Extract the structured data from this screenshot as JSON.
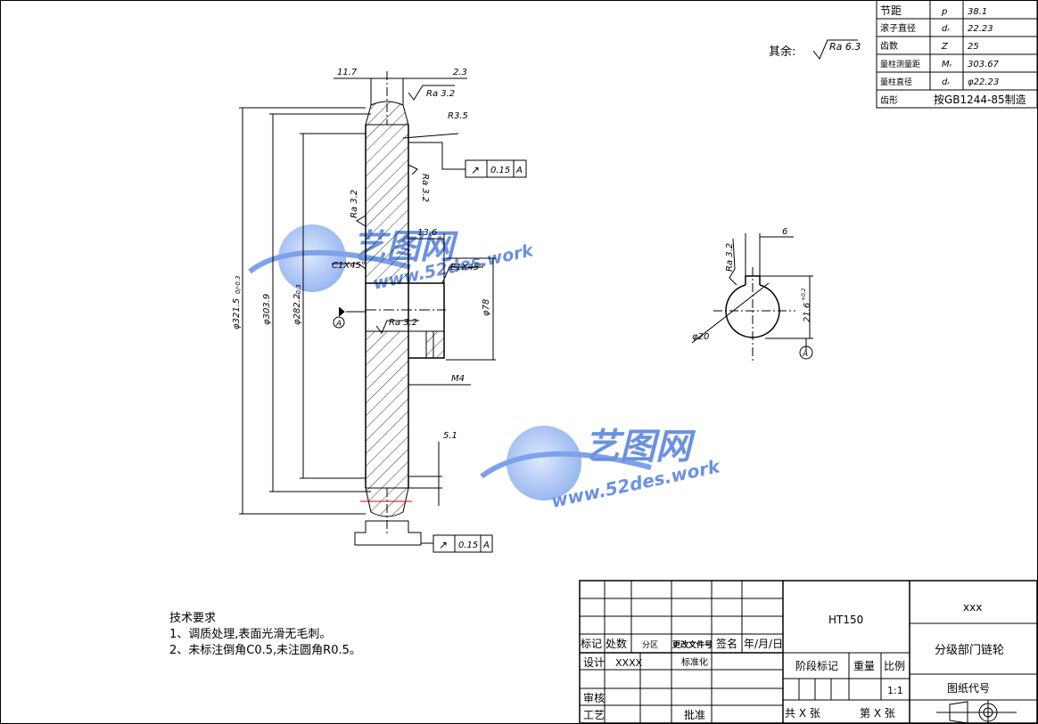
{
  "params_table": {
    "rows": [
      {
        "name": "节距",
        "symbol": "p",
        "value": "38.1"
      },
      {
        "name": "滚子直径",
        "symbol": "dᵣ",
        "value": "22.23"
      },
      {
        "name": "齿数",
        "symbol": "Z",
        "value": "25"
      },
      {
        "name": "量柱测量距",
        "symbol": "Mᵣ",
        "value": "303.67"
      },
      {
        "name": "量柱直径",
        "symbol": "dᵣ",
        "value": "φ22.23"
      },
      {
        "name": "齿形",
        "symbol": "",
        "value": "按GB1244-85制造"
      }
    ]
  },
  "surface_note": {
    "label": "其余:",
    "roughness": "Ra 6.3"
  },
  "dimensions": {
    "d_outer": "φ321.5",
    "d_outer_tol": "0/-0.3",
    "d_pitch": "φ303.9",
    "d_root": "φ282.2",
    "d_root_tol": "-0.3",
    "width_top": "11.7",
    "gap_top": "2.3",
    "hub_len": "13.6",
    "bore_dia": "φ78",
    "chamfer_1": "C1X45°",
    "chamfer_2": "E1X45°",
    "radius": "R3.5",
    "thread": "M4",
    "offset": "5.1",
    "key_width": "6",
    "key_depth": "21.6",
    "key_depth_tol": "+0.2",
    "shaft_dia": "φ20",
    "ra32": "Ra 3.2",
    "datum": "A"
  },
  "tolerance_frames": [
    {
      "symbol": "↗",
      "value": "0.15",
      "datum": "A"
    },
    {
      "symbol": "↗",
      "value": "0.15",
      "datum": "A"
    }
  ],
  "watermark": {
    "brand": "艺图网",
    "url": "www.52des.work"
  },
  "tech_requirements": {
    "title": "技术要求",
    "items": [
      "1、调质处理,表面光滑无毛刺。",
      "2、未标注倒角C0.5,未注圆角R0.5。"
    ]
  },
  "title_block": {
    "material": "HT150",
    "company": "xxx",
    "part_name": "分级部门链轮",
    "drawing_no_label": "图纸代号",
    "stage_label": "阶段标记",
    "weight_label": "重量",
    "scale_label": "比例",
    "scale": "1:1",
    "sheets_total": "共  X  张",
    "sheet_no": "第  X  张",
    "rev_headers": [
      "标记",
      "处数",
      "分区",
      "更改文件号",
      "签名",
      "年/月/日"
    ],
    "design_label": "设计",
    "designer": "XXXX",
    "std_label": "标准化",
    "review_label": "审核",
    "process_label": "工艺",
    "approve_label": "批准"
  }
}
